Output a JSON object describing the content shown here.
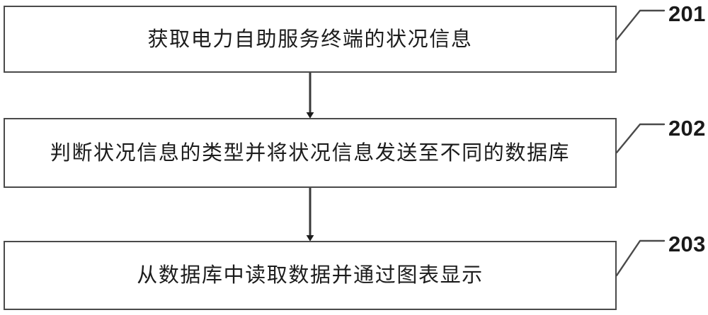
{
  "diagram": {
    "type": "flowchart",
    "orientation": "vertical",
    "background_color": "#ffffff",
    "line_color": "#4a4a4a",
    "text_color": "#1c1c1c",
    "steps": [
      {
        "ref": "201",
        "text": "获取电力自助服务终端的状况信息"
      },
      {
        "ref": "202",
        "text": "判断状况信息的类型并将状况信息发送至不同的数据库"
      },
      {
        "ref": "203",
        "text": "从数据库中读取数据并通过图表显示"
      }
    ],
    "connectors": [
      {
        "from": "201",
        "to": "202",
        "style": "solid-arrow-down"
      },
      {
        "from": "202",
        "to": "203",
        "style": "solid-arrow-down"
      }
    ]
  }
}
